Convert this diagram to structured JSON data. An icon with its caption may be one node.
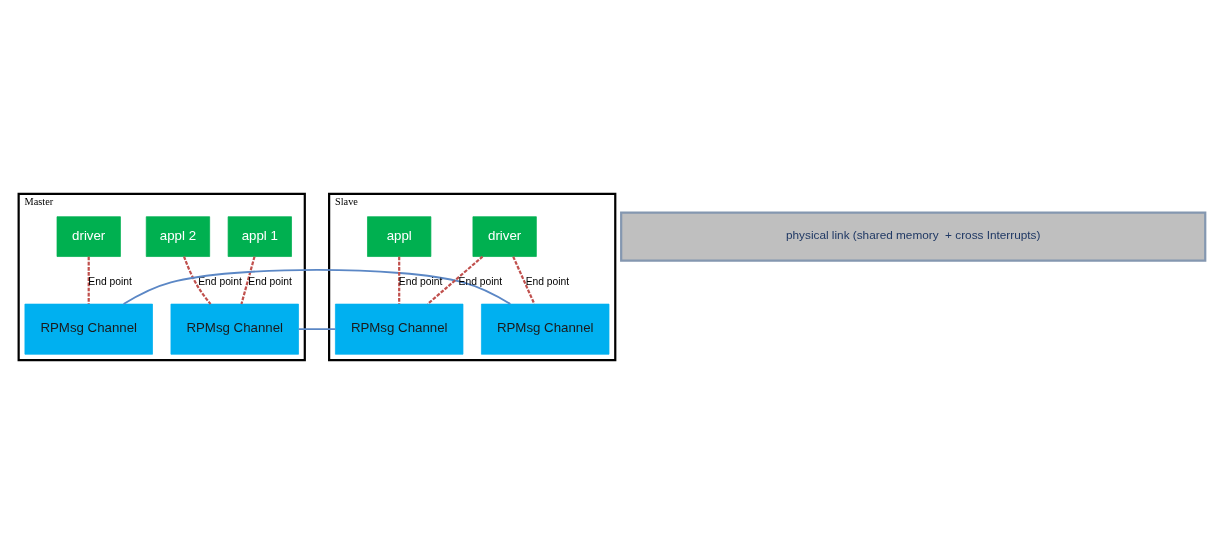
{
  "diagram": {
    "nodes": [
      {
        "text": [
          "Master"
        ]
      },
      {
        "text": [
          "appl 1"
        ],
        "in": 0
      },
      {
        "text": [
          "appl 2"
        ],
        "in": 0
      },
      {
        "text": [
          "driver"
        ],
        "in": 0
      },
      {
        "text": [
          "RPMsg Channel"
        ],
        "in": 0
      },
      {
        "text": [
          "RPMsg Channel"
        ],
        "in": 0
      },
      {
        "text": [
          "Slave"
        ]
      },
      {
        "text": [
          "driver"
        ],
        "in": 6
      },
      {
        "text": [
          "appl"
        ],
        "in": 6
      },
      {
        "text": [
          "RPMsg Channel"
        ],
        "in": 6
      },
      {
        "text": [
          "RPMsg Channel"
        ],
        "in": 6
      },
      {
        "text": [
          "physical link (shared memory  + cross Interrupts)"
        ]
      }
    ],
    "edges": [
      {
        "from": 1,
        "to": 4,
        "arrow": "none",
        "label": "End point",
        "style": "dashed"
      },
      {
        "from": 2,
        "to": 4,
        "arrow": "none",
        "label": "End point",
        "style": "dashed"
      },
      {
        "from": 3,
        "to": 5,
        "arrow": "none",
        "label": "End point",
        "style": "dashed"
      },
      {
        "from": 7,
        "to": 9,
        "arrow": "none",
        "label": "End point",
        "style": "dashed"
      },
      {
        "from": 7,
        "to": 10,
        "arrow": "none",
        "label": "End point",
        "style": "dashed"
      },
      {
        "from": 8,
        "to": 10,
        "arrow": "none",
        "label": "End point",
        "style": "dashed"
      },
      {
        "from": 4,
        "to": 10,
        "arrow": "none",
        "color": "#5b87c5"
      },
      {
        "from": 5,
        "to": 9,
        "arrow": "none",
        "color": "#5b87c5"
      }
    ]
  }
}
